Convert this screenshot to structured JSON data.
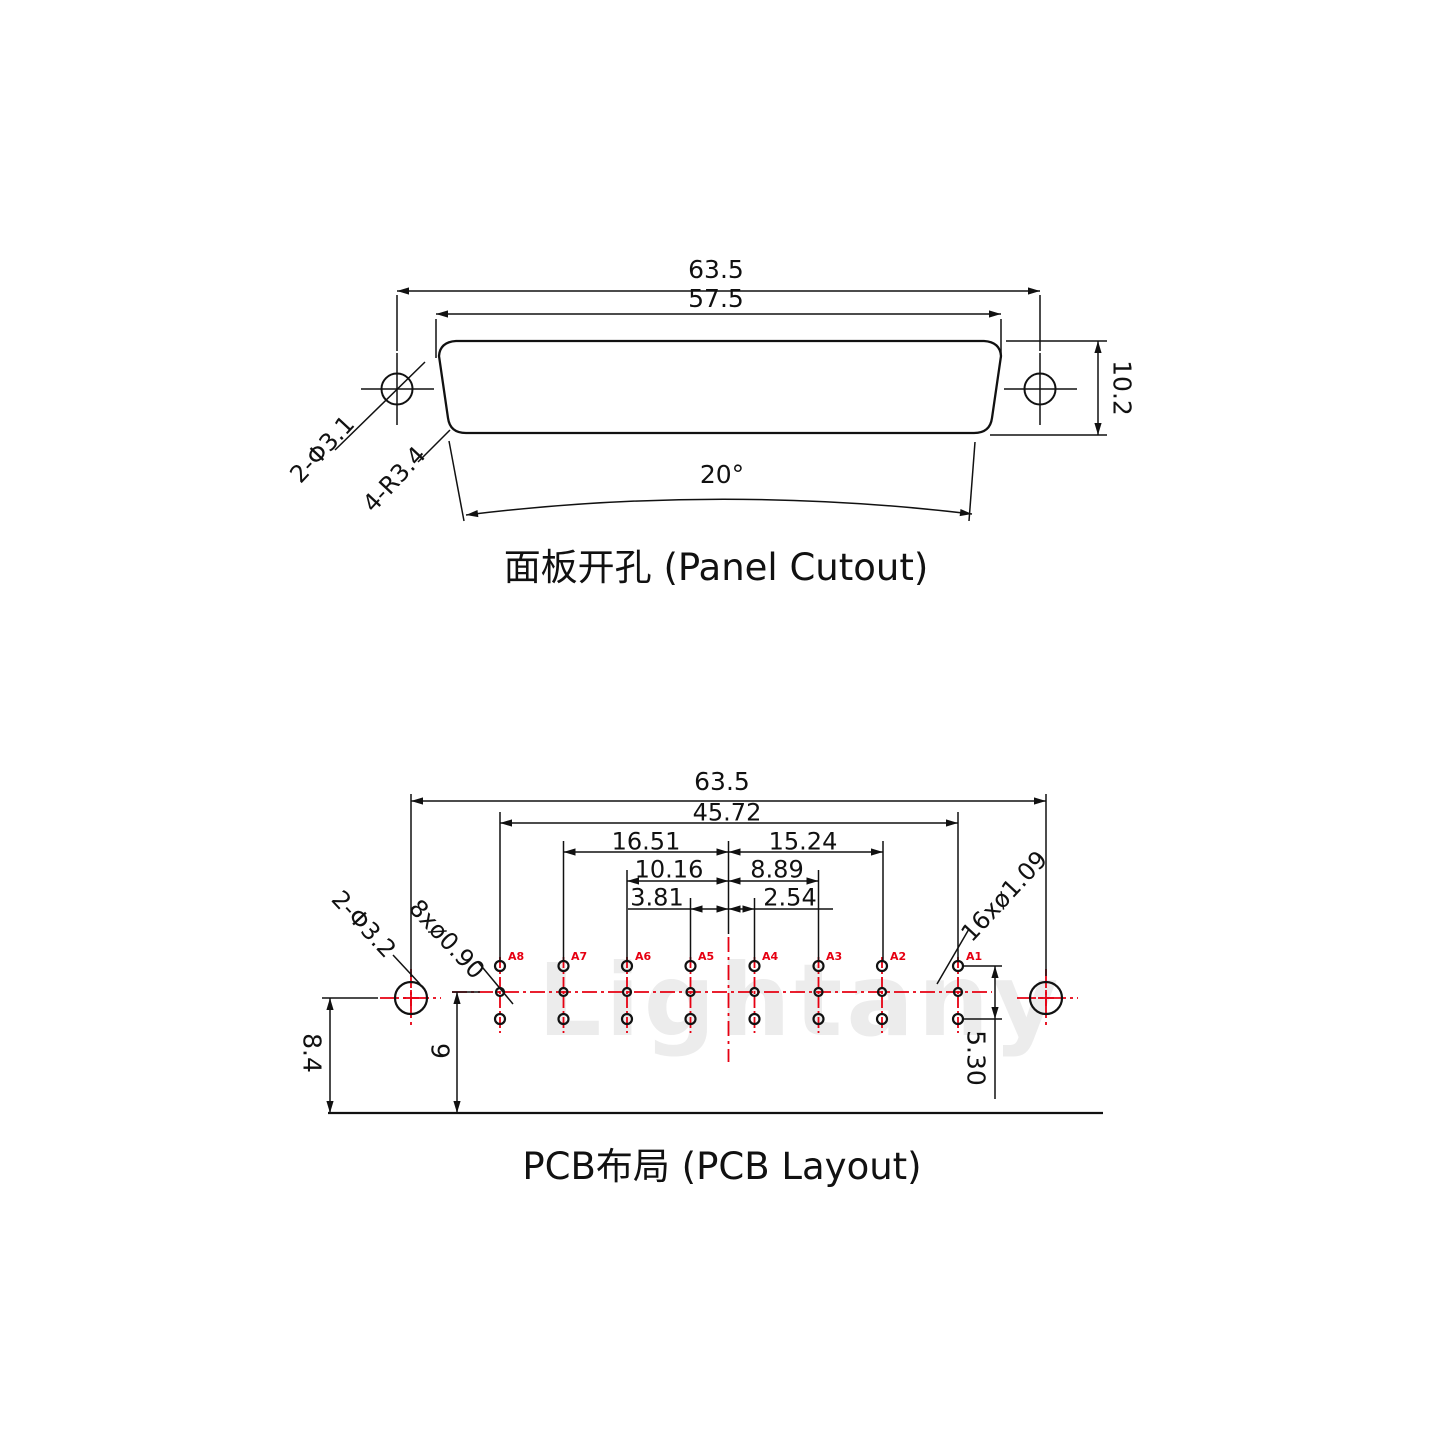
{
  "panel": {
    "title": "面板开孔 (Panel Cutout)",
    "dim_overall_width": "63.5",
    "dim_cutout_width": "57.5",
    "dim_cutout_height": "10.2",
    "dim_side_angle": "20°",
    "label_mount_holes": "2-Φ3.1",
    "label_corner_radius": "4-R3.4"
  },
  "pcb": {
    "title": "PCB布局 (PCB Layout)",
    "dim_mount_span": "63.5",
    "dim_pin_span": "45.72",
    "dim_a7_to_center": "16.51",
    "dim_center_to_a2": "15.24",
    "dim_a6_to_center": "10.16",
    "dim_center_to_a3": "8.89",
    "dim_a5_to_center": "3.81",
    "dim_center_to_a4": "2.54",
    "dim_edge_to_mount": "8.4",
    "dim_edge_to_row": "9",
    "dim_row_spacing": "5.30",
    "label_mount_holes": "2-Φ3.2",
    "label_signal_holes": "8xø0.90",
    "label_ground_holes": "16xø1.09",
    "pins": [
      "A8",
      "A7",
      "A6",
      "A5",
      "A4",
      "A3",
      "A2",
      "A1"
    ]
  },
  "watermark": "Lightany",
  "colors": {
    "line": "#111111",
    "red": "#e60012",
    "watermark": "#ececec"
  }
}
